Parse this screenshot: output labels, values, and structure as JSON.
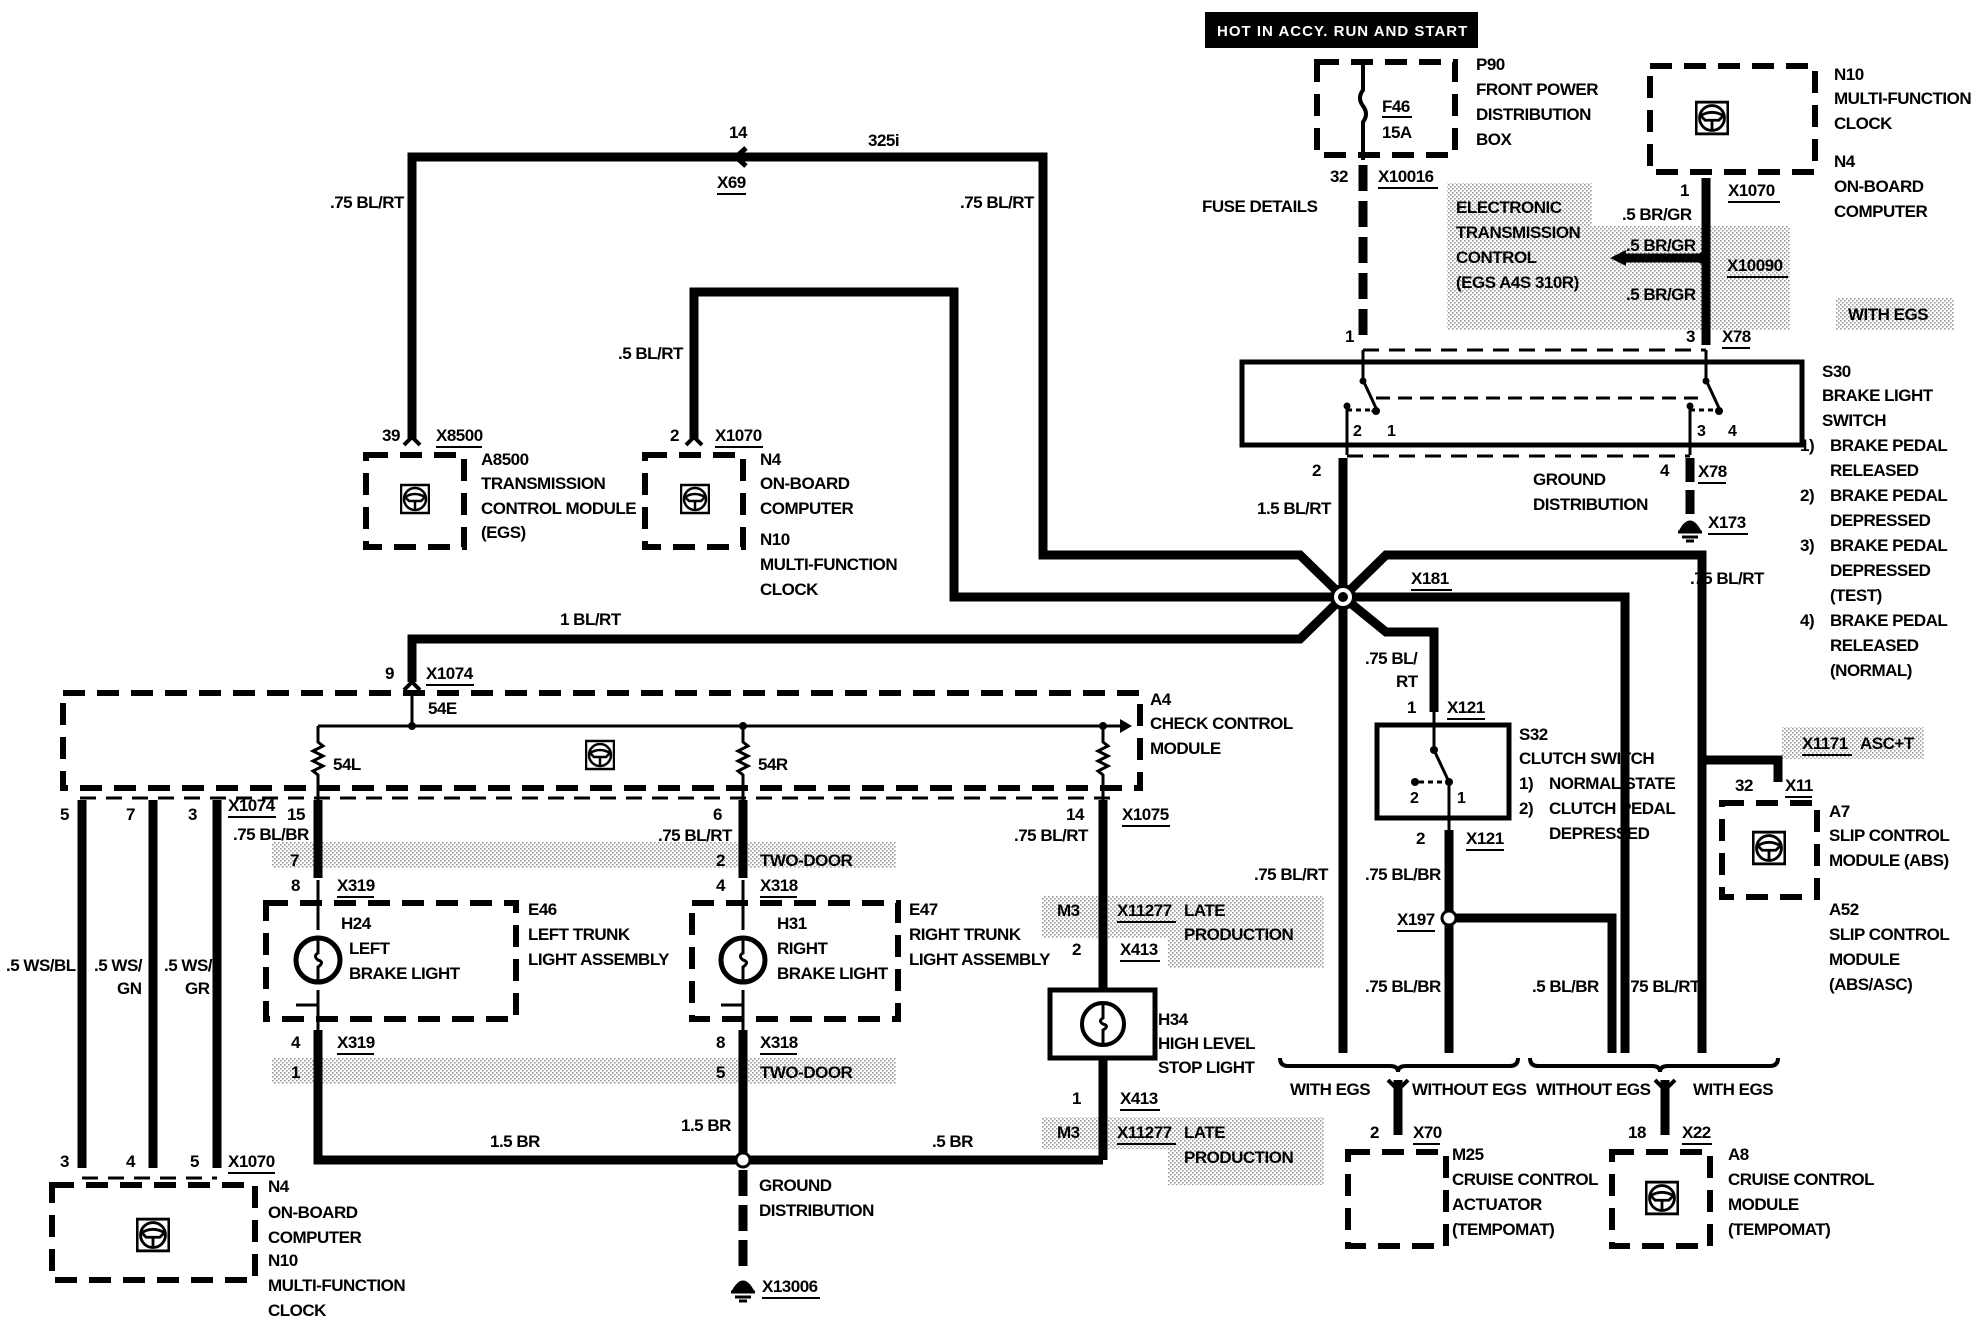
{
  "title_banner": "HOT IN  ACCY. RUN AND START",
  "fuse": {
    "id": "F46",
    "rating": "15A",
    "box_id": "P90",
    "box_name": [
      "FRONT POWER",
      "DISTRIBUTION",
      "BOX"
    ],
    "pin": "32",
    "connector": "X10016",
    "note": "FUSE DETAILS"
  },
  "egs_note": {
    "lines": [
      "ELECTRONIC",
      "TRANSMISSION",
      "CONTROL",
      "(EGS A4S 310R)"
    ],
    "wire_top": ".5 BR/GR",
    "wire_mid": ".5 BR/GR",
    "wire_bot": ".5 BR/GR",
    "connector": "X10090",
    "with_egs": "WITH EGS"
  },
  "clock_top": {
    "ids": [
      "N10",
      "N4"
    ],
    "names": [
      "MULTI-FUNCTION",
      "CLOCK",
      "ON-BOARD",
      "COMPUTER"
    ],
    "pin": "1",
    "connector": "X1070"
  },
  "brake_switch": {
    "id": "S30",
    "name": [
      "BRAKE LIGHT",
      "SWITCH"
    ],
    "pin_in_left": "1",
    "pin_in_right": "3",
    "connector_top": "X78",
    "contacts": [
      "2",
      "1",
      "3",
      "4"
    ],
    "states": [
      {
        "num": "1)",
        "text": [
          "BRAKE PEDAL",
          "RELEASED"
        ]
      },
      {
        "num": "2)",
        "text": [
          "BRAKE PEDAL",
          "DEPRESSED"
        ]
      },
      {
        "num": "3)",
        "text": [
          "BRAKE PEDAL",
          "DEPRESSED",
          "(TEST)"
        ]
      },
      {
        "num": "4)",
        "text": [
          "BRAKE PEDAL",
          "RELEASED",
          "(NORMAL)"
        ]
      }
    ],
    "out_pin": "2",
    "out_wire": "1.5 BL/RT",
    "ground_pin": "4",
    "ground_connector": "X78",
    "ground_label": [
      "GROUND",
      "DISTRIBUTION"
    ],
    "ground_point": "X173"
  },
  "splice": {
    "id": "X181"
  },
  "top_loop": {
    "pin": "14",
    "code": "325i",
    "connector": "X69",
    "wire_left": ".75 BL/RT",
    "wire_right": ".75 BL/RT"
  },
  "a8500": {
    "pin": "39",
    "connector": "X8500",
    "id": "A8500",
    "name": [
      "TRANSMISSION",
      "CONTROL MODULE",
      "(EGS)"
    ]
  },
  "n4_mid": {
    "pin": "2",
    "connector": "X1070",
    "wire": ".5 BL/RT",
    "ids": [
      "N4",
      "N10"
    ],
    "names": [
      "ON-BOARD",
      "COMPUTER",
      "MULTI-FUNCTION",
      "CLOCK"
    ]
  },
  "a4": {
    "wire_in": "1 BL/RT",
    "pin_in": "9",
    "connector_in": "X1074",
    "internal_label": "54E",
    "id": "A4",
    "name": [
      "CHECK CONTROL",
      "MODULE"
    ],
    "branch_left": "54L",
    "branch_right": "54R",
    "out_pins_left": [
      "5",
      "7",
      "3"
    ],
    "out_connector_left": "X1074",
    "out_pin_l": "15",
    "out_wire_l": ".75 BL/BR",
    "out_pin_r": "6",
    "out_wire_r": ".75 BL/RT",
    "out_pin_h": "14",
    "out_connector_h": "X1075",
    "out_wire_h": ".75 BL/RT"
  },
  "left_wires": {
    "labels": [
      ".5 WS/BL",
      ".5 WS/",
      "GN",
      ".5 WS/",
      "GR"
    ],
    "bottom_pins": [
      "3",
      "4",
      "5"
    ],
    "bottom_connector": "X1070"
  },
  "n4_bottom": {
    "ids": [
      "N4",
      "N10"
    ],
    "names": [
      "ON-BOARD",
      "COMPUTER",
      "MULTI-FUNCTION",
      "CLOCK"
    ]
  },
  "two_door": {
    "label": "TWO-DOOR",
    "pins_top": [
      "7",
      "2"
    ],
    "pins_bottom": [
      "1",
      "5"
    ]
  },
  "e46": {
    "pin_top": "8",
    "conn_top": "X319",
    "pin_bot": "4",
    "conn_bot": "X319",
    "lamp_id": "H24",
    "lamp_name": [
      "LEFT",
      "BRAKE LIGHT"
    ],
    "id": "E46",
    "name": [
      "LEFT TRUNK",
      "LIGHT ASSEMBLY"
    ]
  },
  "e47": {
    "pin_top": "4",
    "conn_top": "X318",
    "pin_bot": "8",
    "conn_bot": "X318",
    "lamp_id": "H31",
    "lamp_name": [
      "RIGHT",
      "BRAKE LIGHT"
    ],
    "id": "E47",
    "name": [
      "RIGHT TRUNK",
      "LIGHT ASSEMBLY"
    ]
  },
  "h34": {
    "late_top": {
      "code": "M3",
      "connector": "X11277",
      "text": [
        "LATE",
        "PRODUCTION"
      ]
    },
    "pin_top": "2",
    "conn_top": "X413",
    "id": "H34",
    "name": [
      "HIGH LEVEL",
      "STOP LIGHT"
    ],
    "pin_bot": "1",
    "conn_bot": "X413",
    "late_bot": {
      "code": "M3",
      "connector": "X11277",
      "text": [
        "LATE",
        "PRODUCTION"
      ]
    }
  },
  "ground_bottom": {
    "wire_left": "1.5 BR",
    "wire_mid": "1.5 BR",
    "wire_right": ".5 BR",
    "label": [
      "GROUND",
      "DISTRIBUTION"
    ],
    "point": "X13006"
  },
  "clutch": {
    "wire_in": [
      ".75 BL/",
      "RT"
    ],
    "pin_in": "1",
    "conn_in": "X121",
    "id": "S32",
    "name": "CLUTCH SWITCH",
    "states": [
      {
        "num": "1)",
        "text": [
          "NORMAL STATE"
        ]
      },
      {
        "num": "2)",
        "text": [
          "CLUTCH PEDAL",
          "DEPRESSED"
        ]
      }
    ],
    "contacts": [
      "2",
      "1"
    ],
    "pin_out": "2",
    "conn_out": "X121",
    "wire_out": ".75 BL/BR",
    "splice": "X197",
    "wire_down": ".75 BL/BR",
    "wire_branch": ".5  BL/BR"
  },
  "right_wires": {
    "left_wire": ".75 BL/RT",
    "right_top_wire": ".75 BL/RT",
    "right_wire": ".75 BL/RT"
  },
  "a7": {
    "option": {
      "connector": "X1171",
      "text": "ASC+T"
    },
    "pin": "32",
    "connector": "X11",
    "id": "A7",
    "name": [
      "SLIP CONTROL",
      "MODULE (ABS)"
    ],
    "alt_id": "A52",
    "alt_name": [
      "SLIP CONTROL",
      "MODULE",
      "(ABS/ASC)"
    ]
  },
  "selector_left": {
    "with": "WITH EGS",
    "without": "WITHOUT EGS"
  },
  "selector_right": {
    "without": "WITHOUT EGS",
    "with": "WITH EGS"
  },
  "m25": {
    "pin": "2",
    "connector": "X70",
    "id": "M25",
    "name": [
      "CRUISE CONTROL",
      "ACTUATOR",
      "(TEMPOMAT)"
    ]
  },
  "a8": {
    "pin": "18",
    "connector": "X22",
    "id": "A8",
    "name": [
      "CRUISE CONTROL",
      "MODULE",
      "(TEMPOMAT)"
    ]
  }
}
